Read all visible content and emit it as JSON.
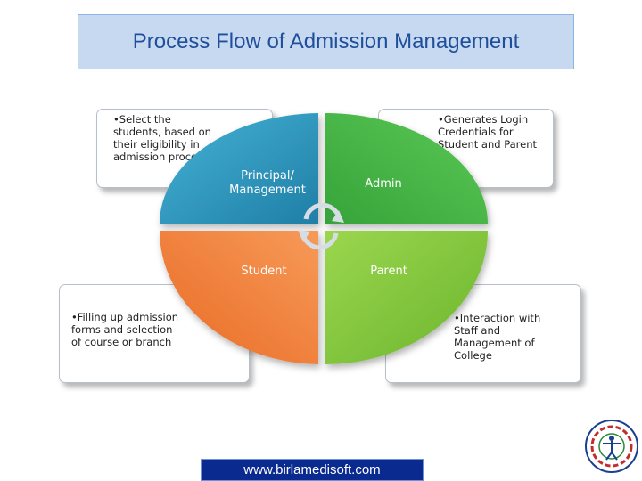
{
  "title": "Process Flow of Admission Management",
  "segments": {
    "top_left": "Principal/\nManagement",
    "top_right": "Admin",
    "bottom_left": "Student",
    "bottom_right": "Parent"
  },
  "notes": {
    "top_left": [
      "•Select the",
      "students, based on",
      "their eligibility   in",
      "admission process"
    ],
    "top_right": [
      "•Generates Login",
      "Credentials for",
      "Student and Parent"
    ],
    "bottom_left": [
      "•Filling up admission",
      "forms and selection",
      "of course or branch"
    ],
    "bottom_right": [
      "•Interaction with",
      "Staff and",
      "Management of",
      "College"
    ]
  },
  "footer": {
    "url": "www.birlamedisoft.com"
  },
  "colors": {
    "title_bg": "#c6d9f1",
    "title_text": "#1f4e9a",
    "segment_blue": "#2e93b8",
    "segment_green": "#4cb848",
    "segment_orange": "#f07d3a",
    "segment_lime": "#7cc23e",
    "footer_bg": "#0a2a8f"
  }
}
